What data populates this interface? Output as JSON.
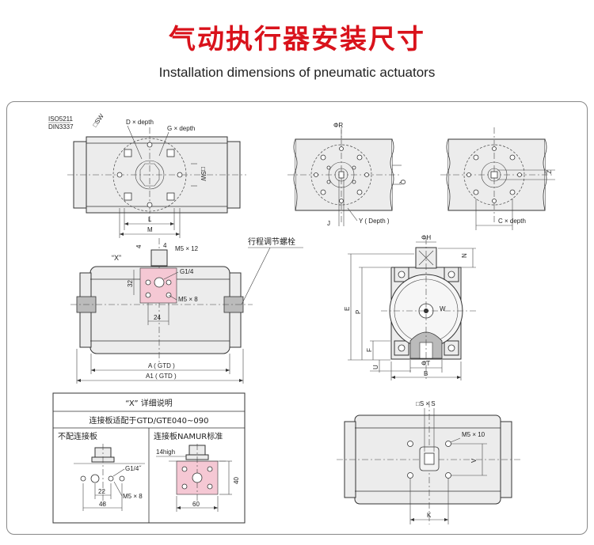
{
  "header": {
    "title_cn": "气动执行器安装尺寸",
    "title_en": "Installation dimensions of pneumatic actuators"
  },
  "top_view": {
    "std1": "ISO5211",
    "std2": "DIN3337",
    "sw_diag": "□SW",
    "d_depth": "D × depth",
    "g_depth": "G × depth",
    "sw_side": "□SW",
    "dim_l": "L",
    "dim_m": "M"
  },
  "detail_a": {
    "phi_r": "ΦR",
    "dim_q": "Q",
    "dim_j": "J",
    "y_depth": "Y ( Depth )"
  },
  "detail_b": {
    "dim_z": "Z",
    "c_depth": "C × depth"
  },
  "front_view": {
    "x_label": "“X”",
    "dim_4": "4",
    "m5x12": "M5 × 12",
    "g14": "G1/4",
    "dim_32": "32",
    "m5x8": "M5 × 8",
    "dim_24": "24",
    "a_gtd": "A ( GTD )",
    "a1_gtd": "A1 ( GTD )",
    "stroke_screw": "行程调节螺栓",
    "dim_4b": "4"
  },
  "side_view": {
    "phi_h": "ΦH",
    "dim_n": "N",
    "dim_e": "E",
    "dim_p": "P",
    "dim_w": "W",
    "dim_f": "F",
    "dim_u": "U",
    "phi_t": "ΦT",
    "dim_b": "B"
  },
  "x_detail": {
    "heading": "“X” 详细说明",
    "subheading": "连接板适配于GTD/GTE040~090",
    "left_title": "不配连接板",
    "right_title": "连接板NAMUR标准",
    "g14": "G1/4˝",
    "dim_22": "22",
    "dim_48": "48",
    "m5x8": "M5 × 8",
    "high14": "14high",
    "dim_40": "40",
    "dim_60": "60"
  },
  "bottom_view": {
    "sxs": "□S × S",
    "m5x10": "M5 × 10",
    "dim_v": "V",
    "dim_k": "K"
  }
}
